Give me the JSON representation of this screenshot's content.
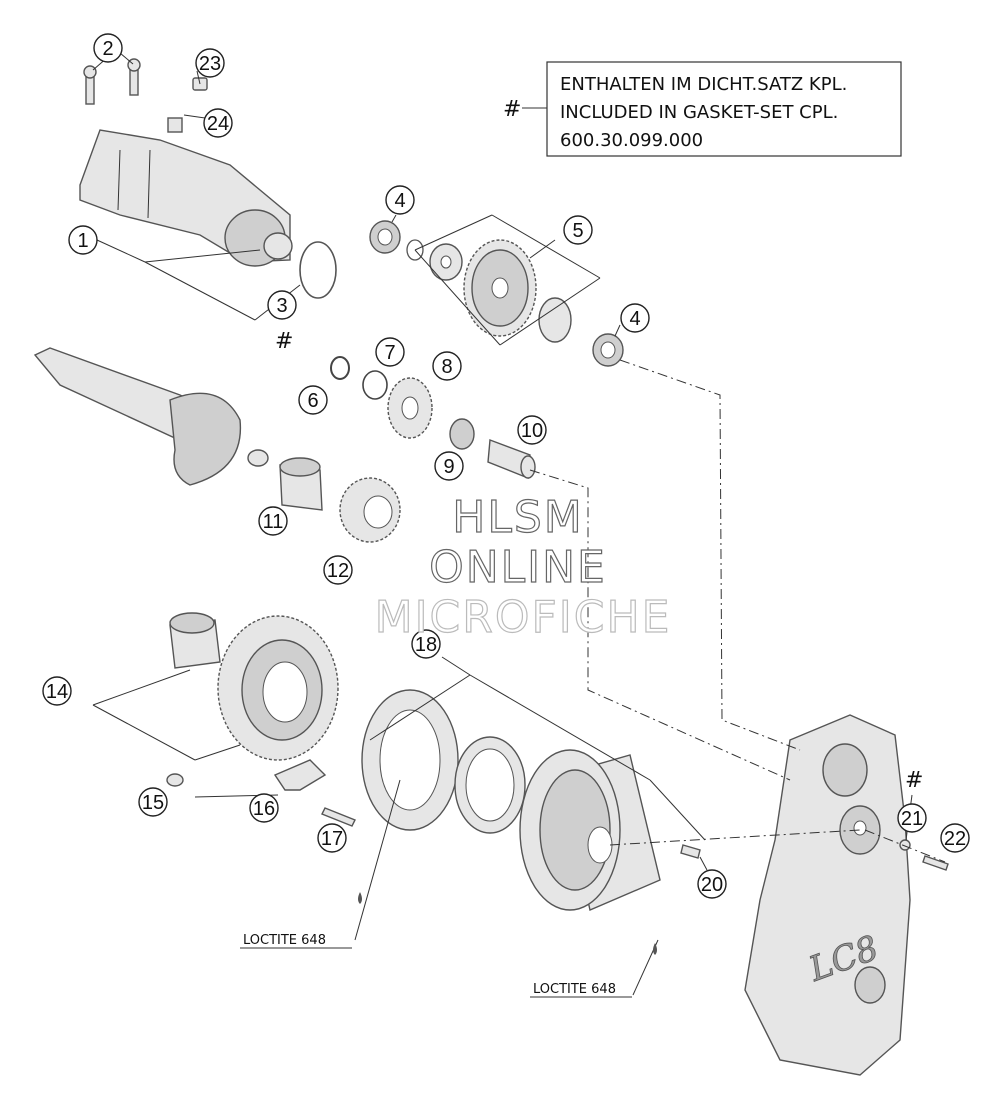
{
  "note_box": {
    "line1": "ENTHALTEN IM DICHT.SATZ KPL.",
    "line2": "INCLUDED IN GASKET-SET CPL.",
    "line3": "600.30.099.000",
    "marker": "#"
  },
  "callouts": [
    "1",
    "2",
    "3",
    "4",
    "4",
    "5",
    "6",
    "7",
    "8",
    "9",
    "10",
    "11",
    "12",
    "14",
    "15",
    "16",
    "17",
    "18",
    "20",
    "21",
    "22",
    "23",
    "24"
  ],
  "hash_markers": [
    "#",
    "#"
  ],
  "loctite_labels": [
    "LOCTITE 648",
    "LOCTITE 648"
  ],
  "cover_text": "LC8",
  "watermark": {
    "line1": "HLSM",
    "line2": "ONLINE",
    "line3": "MICROFICHE"
  }
}
